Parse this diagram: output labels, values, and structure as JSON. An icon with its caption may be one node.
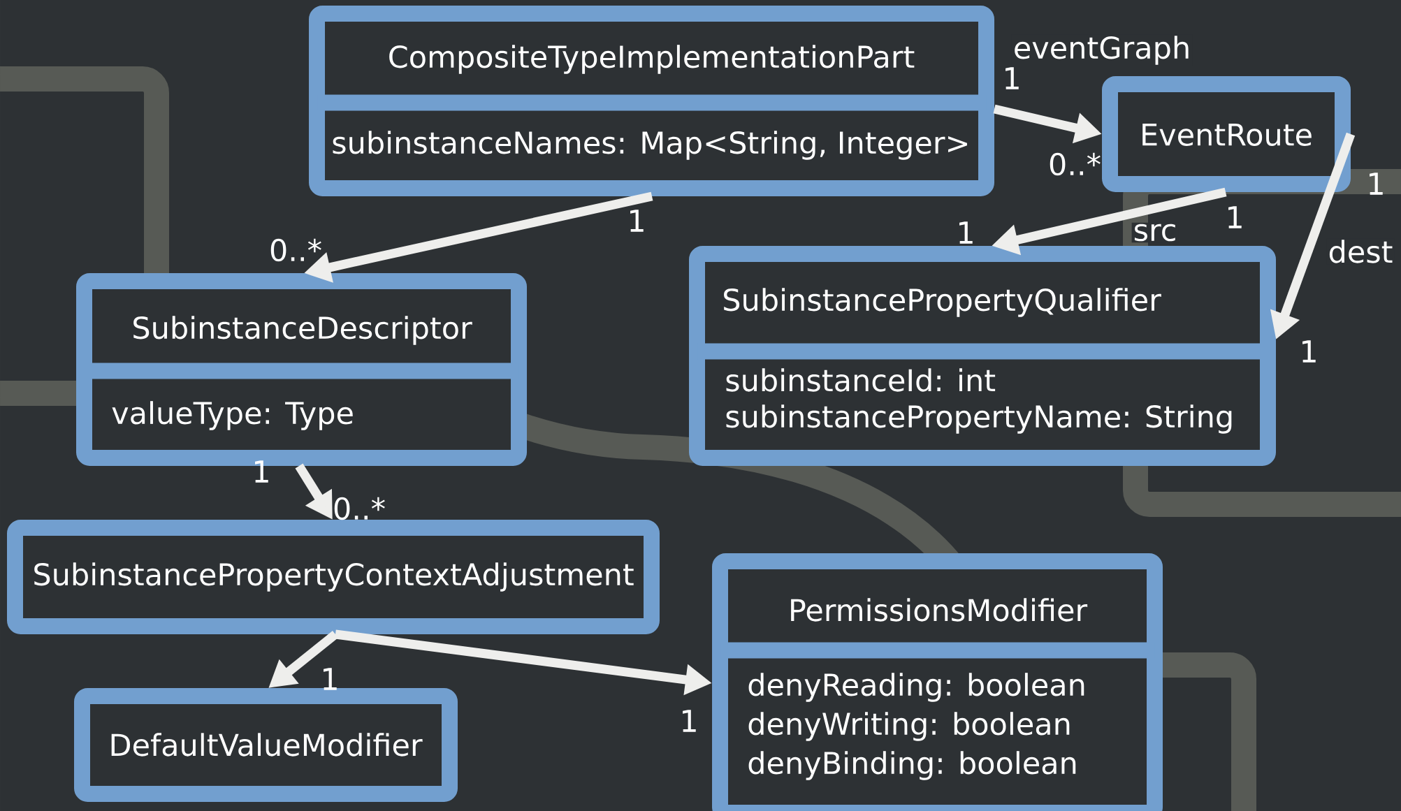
{
  "diagram": {
    "nodes": [
      {
        "text": [
          "CompositeTypeImplementationPart",
          "subinstanceNames: Map<String, Integer>"
        ]
      },
      {
        "text": [
          "EventRoute"
        ]
      },
      {
        "text": [
          "SubinstanceDescriptor",
          "valueType: Type"
        ]
      },
      {
        "text": [
          "SubinstancePropertyQualifier",
          "subinstanceId: int",
          "subinstancePropertyName: String"
        ]
      },
      {
        "text": [
          "SubinstancePropertyContextAdjustment"
        ]
      },
      {
        "text": [
          "DefaultValueModifier"
        ]
      },
      {
        "text": [
          "PermissionsModifier",
          "denyReading: boolean",
          "denyWriting: boolean",
          "denyBinding: boolean"
        ]
      }
    ],
    "edges": [
      {
        "from": 0,
        "to": 1,
        "arrow": "to",
        "label": "eventGraph"
      },
      {
        "from": 0,
        "to": 2,
        "arrow": "to"
      },
      {
        "from": 1,
        "to": 3,
        "arrow": "to",
        "label": "src"
      },
      {
        "from": 1,
        "to": 3,
        "arrow": "to",
        "label": "dest"
      },
      {
        "from": 2,
        "to": 4,
        "arrow": "to"
      },
      {
        "from": 4,
        "to": 5,
        "arrow": "to"
      },
      {
        "from": 4,
        "to": 6,
        "arrow": "to"
      }
    ],
    "labels": [
      "1",
      "0..*",
      "1",
      "1",
      "0..*",
      "1",
      "1",
      "1",
      "1",
      "0..*",
      "1",
      "1"
    ]
  }
}
